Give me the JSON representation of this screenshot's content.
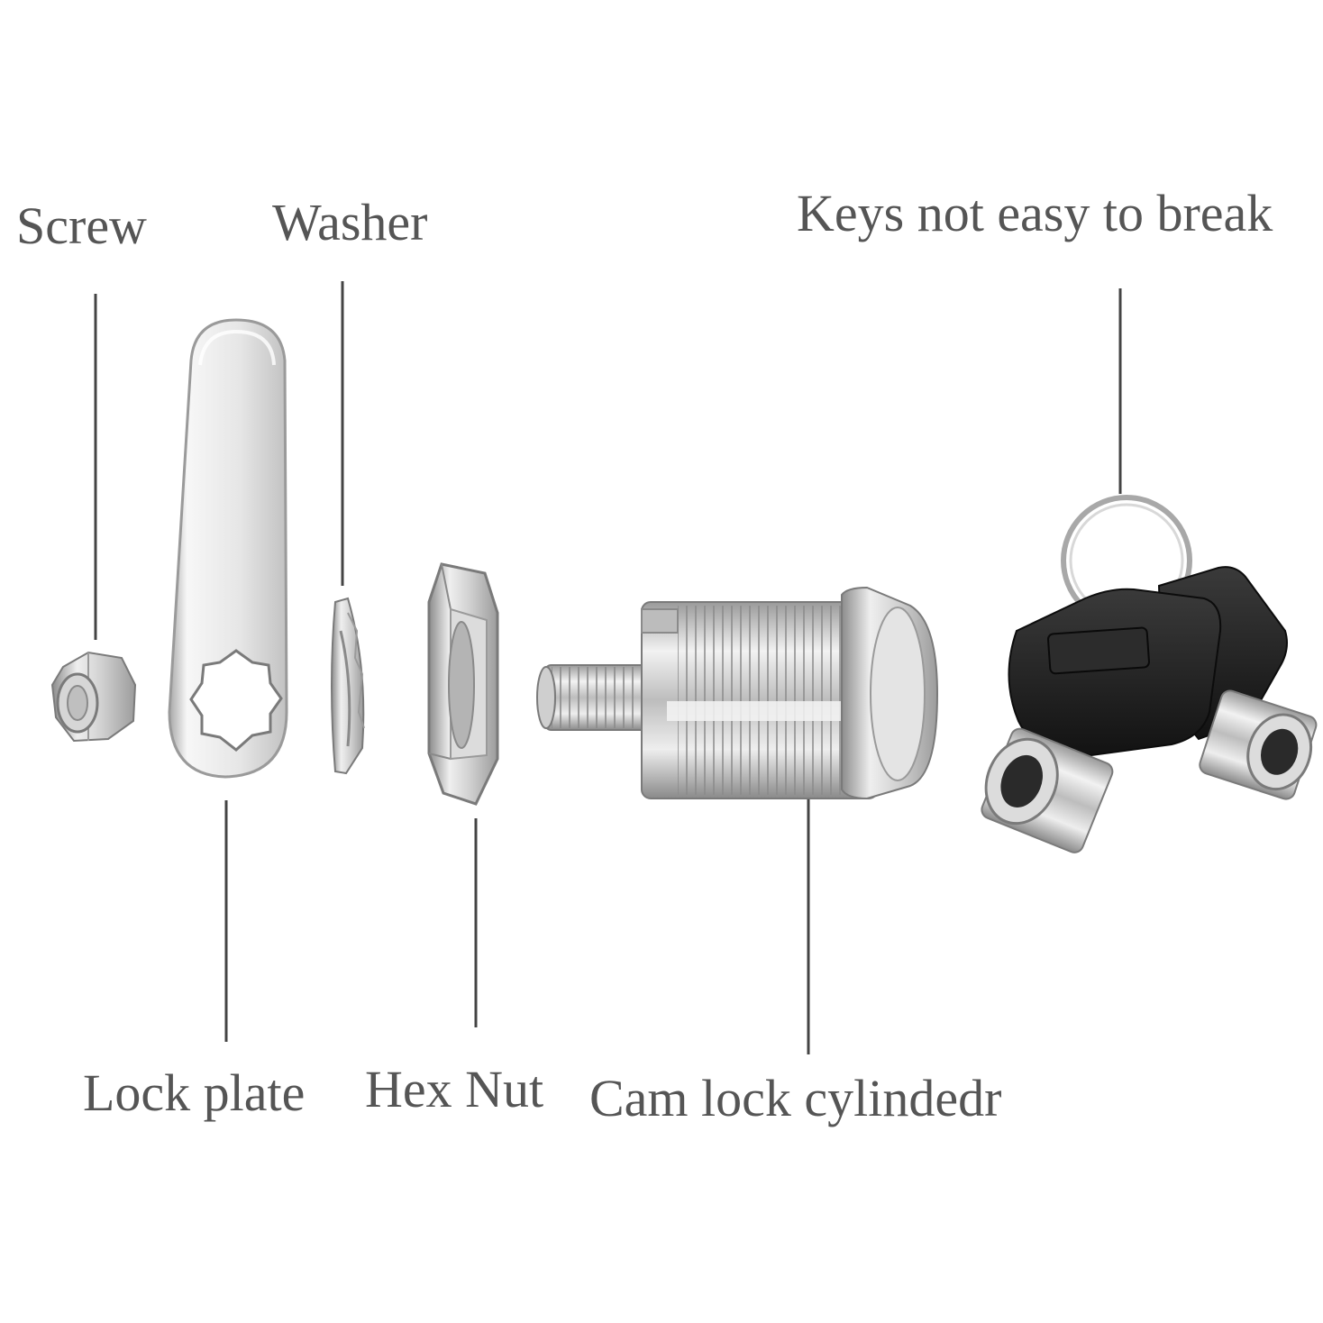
{
  "labels": {
    "screw": "Screw",
    "washer": "Washer",
    "keys": "Keys not easy to break",
    "lock_plate": "Lock plate",
    "hex_nut": "Hex Nut",
    "cam_lock": "Cam lock cylindedr"
  },
  "colors": {
    "label_text": "#555555",
    "leader_line": "#444444",
    "metal_light": "#f4f4f4",
    "metal_mid": "#c8c8c8",
    "metal_dark": "#7a7a7a",
    "key_head": "#1e1e1e"
  },
  "parts": [
    "screw",
    "lock-plate",
    "washer",
    "hex-nut",
    "cam-lock-cylinder",
    "keys"
  ]
}
